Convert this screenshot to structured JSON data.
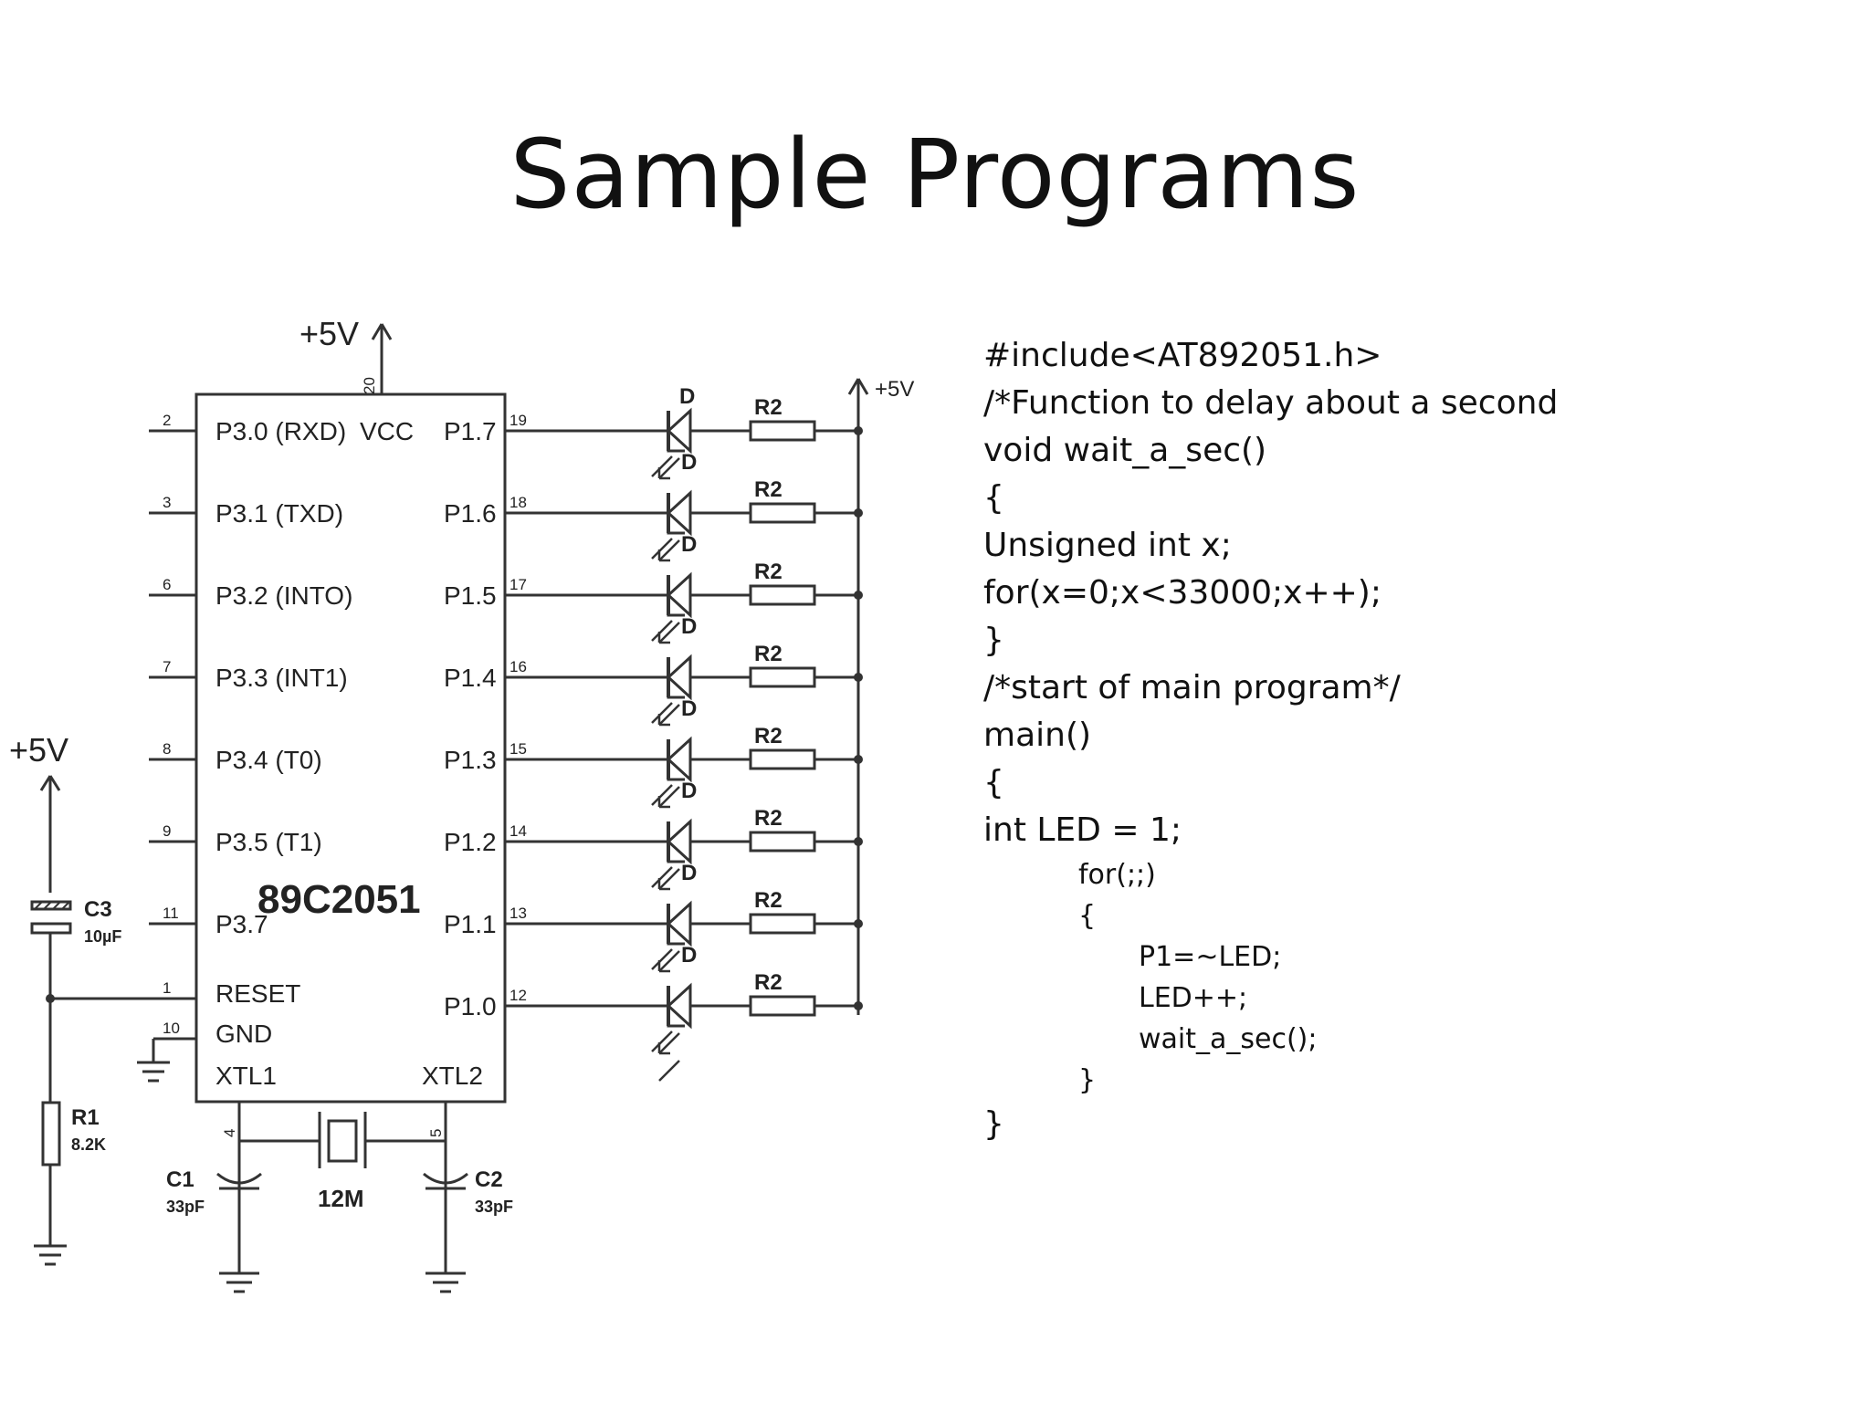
{
  "slide": {
    "title": "Sample Programs"
  },
  "schematic": {
    "chip_name": "89C2051",
    "vcc_top": "+5V",
    "vcc_left": "+5V",
    "vcc_right": "+5V",
    "pin20": "20",
    "left_pins": [
      {
        "num": "2",
        "label": "P3.0 (RXD)"
      },
      {
        "num": "3",
        "label": "P3.1 (TXD)"
      },
      {
        "num": "6",
        "label": "P3.2 (INTO)"
      },
      {
        "num": "7",
        "label": "P3.3 (INT1)"
      },
      {
        "num": "8",
        "label": "P3.4 (T0)"
      },
      {
        "num": "9",
        "label": "P3.5 (T1)"
      },
      {
        "num": "11",
        "label": "P3.7"
      },
      {
        "num": "1",
        "label": "RESET"
      },
      {
        "num": "10",
        "label": "GND"
      }
    ],
    "vcc_label": "VCC",
    "xtl1": "XTL1",
    "xtl2": "XTL2",
    "pin4": "4",
    "pin5": "5",
    "right_pins": [
      {
        "num": "19",
        "label": "P1.7"
      },
      {
        "num": "18",
        "label": "P1.6"
      },
      {
        "num": "17",
        "label": "P1.5"
      },
      {
        "num": "16",
        "label": "P1.4"
      },
      {
        "num": "15",
        "label": "P1.3"
      },
      {
        "num": "14",
        "label": "P1.2"
      },
      {
        "num": "13",
        "label": "P1.1"
      },
      {
        "num": "12",
        "label": "P1.0"
      }
    ],
    "led_label": "D",
    "resistor_label": "R2",
    "c3": {
      "name": "C3",
      "value": "10µF"
    },
    "r1": {
      "name": "R1",
      "value": "8.2K"
    },
    "c1": {
      "name": "C1",
      "value": "33pF"
    },
    "c2": {
      "name": "C2",
      "value": "33pF"
    },
    "crystal": "12M"
  },
  "code": {
    "lines": [
      {
        "text": "#include<AT892051.h>",
        "size": "big",
        "indent": 0
      },
      {
        "text": "/*Function to delay about a second",
        "size": "big",
        "indent": 0
      },
      {
        "text": "void wait_a_sec()",
        "size": "big",
        "indent": 0
      },
      {
        "text": "{",
        "size": "big",
        "indent": 0
      },
      {
        "text": "Unsigned int x;",
        "size": "big",
        "indent": 0
      },
      {
        "text": "for(x=0;x<33000;x++);",
        "size": "big",
        "indent": 0
      },
      {
        "text": "}",
        "size": "big",
        "indent": 0
      },
      {
        "text": "/*start of main program*/",
        "size": "big",
        "indent": 0
      },
      {
        "text": "main()",
        "size": "big",
        "indent": 0
      },
      {
        "text": "{",
        "size": "big",
        "indent": 0
      },
      {
        "text": "int LED = 1;",
        "size": "big",
        "indent": 0
      },
      {
        "text": "for(;;)",
        "size": "small",
        "indent": 1
      },
      {
        "text": "{",
        "size": "small",
        "indent": 1
      },
      {
        "text": "P1=~LED;",
        "size": "small",
        "indent": 2
      },
      {
        "text": "LED++;",
        "size": "small",
        "indent": 2
      },
      {
        "text": "wait_a_sec();",
        "size": "small",
        "indent": 2
      },
      {
        "text": "}",
        "size": "small",
        "indent": 1
      },
      {
        "text": "}",
        "size": "big",
        "indent": 0
      }
    ]
  }
}
